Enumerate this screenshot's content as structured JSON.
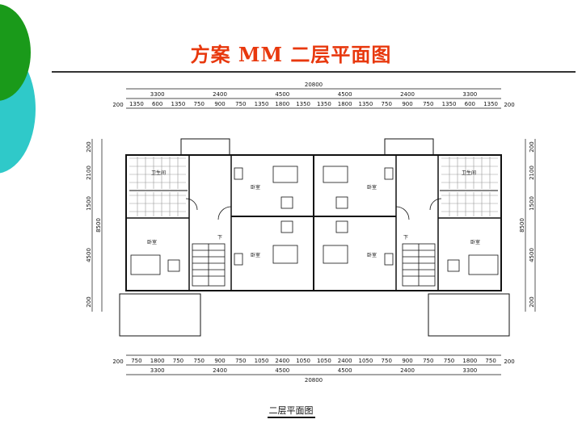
{
  "slide": {
    "title": "方案 MM  二层平面图",
    "caption": "二层平面图",
    "accent_color": "#e8380d",
    "deco_colors": [
      "#1a9a1a",
      "#2fc9c9"
    ]
  },
  "plan": {
    "total_width_label": "20800",
    "top_row1": [
      "3300",
      "2400",
      "4500",
      "4500",
      "2400",
      "3300"
    ],
    "top_row2": [
      "1350",
      "600",
      "1350",
      "750",
      "900",
      "750",
      "1350",
      "1800",
      "1350",
      "1350",
      "1800",
      "1350",
      "750",
      "900",
      "750",
      "1350",
      "600",
      "1350"
    ],
    "bottom_row1": [
      "750",
      "1800",
      "750",
      "750",
      "900",
      "750",
      "1050",
      "2400",
      "1050",
      "1050",
      "2400",
      "1050",
      "750",
      "900",
      "750",
      "750",
      "1800",
      "750"
    ],
    "bottom_row2": [
      "3300",
      "2400",
      "4500",
      "4500",
      "2400",
      "3300"
    ],
    "edge_label": "200",
    "side_dims": [
      "200",
      "2100",
      "1500",
      "4500",
      "200"
    ],
    "side_total": "8500",
    "room_labels": {
      "toilet": "卫生间",
      "bedroom": "卧室",
      "stair_down": "下"
    }
  }
}
